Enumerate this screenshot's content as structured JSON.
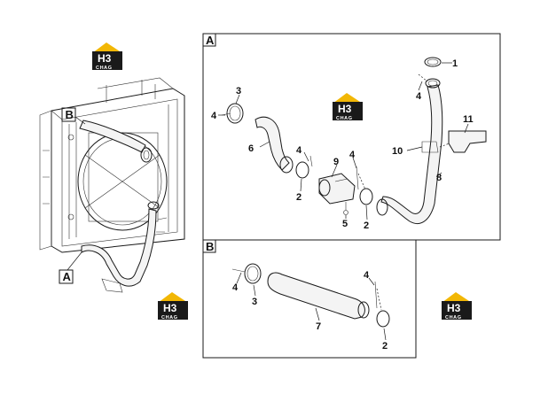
{
  "panels": [
    {
      "id": "panel-a",
      "letter": "A"
    },
    {
      "id": "panel-b",
      "letter": "B"
    }
  ],
  "overview_callouts": [
    "B",
    "A"
  ],
  "logo": {
    "top_text": "H3",
    "bottom_text": "CHAG",
    "accent_color": "#f2b705",
    "dark_color": "#1a1a1a"
  },
  "panel_a_labels": [
    "1",
    "4",
    "3",
    "4",
    "6",
    "4",
    "9",
    "4",
    "2",
    "5",
    "2",
    "10",
    "11",
    "8"
  ],
  "panel_b_labels": [
    "4",
    "3",
    "4",
    "7",
    "2"
  ]
}
